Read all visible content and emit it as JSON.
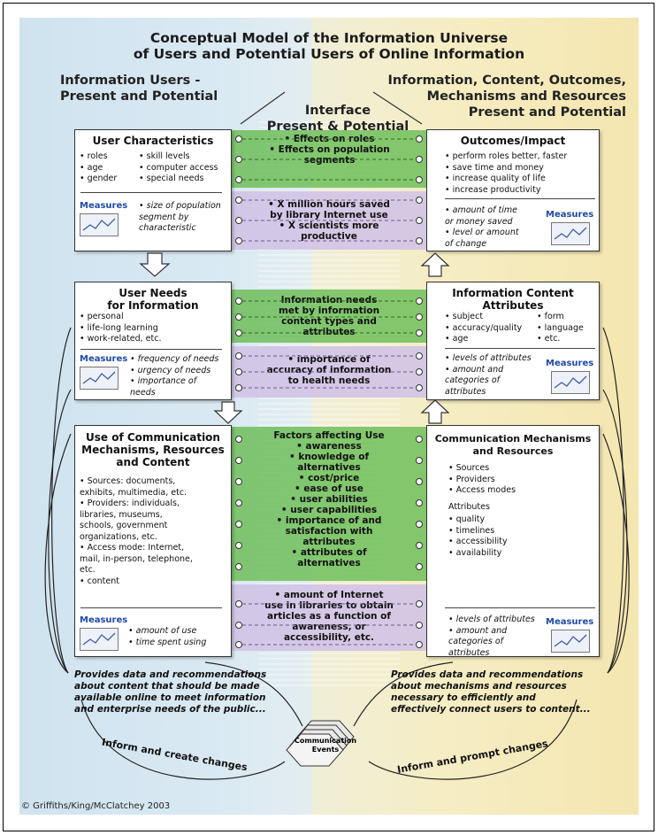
{
  "title": {
    "line1": "Conceptual Model of the Information Universe",
    "line2": "of Users and Potential Users of Online Information"
  },
  "headers": {
    "left": [
      "Information Users -",
      "Present and Potential"
    ],
    "right": [
      "Information, Content, Outcomes,",
      "Mechanisms and Resources",
      "Present and Potential"
    ],
    "interface": [
      "Interface",
      "Present & Potential"
    ]
  },
  "measures_label": "Measures",
  "user_characteristics": {
    "title": "User Characteristics",
    "col1": [
      "• roles",
      "• age",
      "• gender"
    ],
    "col2": [
      "• skill levels",
      "• computer access",
      "• special needs"
    ],
    "measures": [
      "• size of population",
      "segment by",
      "characteristic"
    ]
  },
  "outcomes": {
    "title": "Outcomes/Impact",
    "items": [
      "• perform roles better, faster",
      "• save time and money",
      "• increase quality of life",
      "• increase productivity"
    ],
    "measures": [
      "• amount of time",
      "or money saved",
      "• level or amount",
      "of change"
    ]
  },
  "user_needs": {
    "title": [
      "User Needs",
      "for Information"
    ],
    "items": [
      "• personal",
      "• life-long learning",
      "• work-related, etc."
    ],
    "measures": [
      "• frequency of needs",
      "• urgency of needs",
      "• importance of",
      "needs"
    ]
  },
  "content_attributes": {
    "title": [
      "Information Content",
      "Attributes"
    ],
    "col1": [
      "• subject",
      "• accuracy/quality",
      "• age"
    ],
    "col2": [
      "• form",
      "• language",
      "• etc."
    ],
    "measures": [
      "• levels of attributes",
      "• amount and",
      "categories of",
      "attributes"
    ]
  },
  "use_of_comm": {
    "title": [
      "Use of Communication",
      "Mechanisms, Resources",
      "and Content"
    ],
    "items": [
      "• Sources: documents,",
      "exhibits, multimedia, etc.",
      "• Providers: individuals,",
      "libraries, museums,",
      "schools, government",
      "organizations, etc.",
      "• Access mode: Internet,",
      "mail, in-person, telephone,",
      "etc.",
      "• content"
    ],
    "measures": [
      "• amount of use",
      "• time spent using"
    ]
  },
  "comm_mechanisms": {
    "title": [
      "Communication Mechanisms",
      "and Resources"
    ],
    "items": [
      "• Sources",
      "• Providers",
      "• Access modes"
    ],
    "attr_head": "Attributes",
    "attrs": [
      "• quality",
      "• timelines",
      "• accessibility",
      "• availability"
    ],
    "measures": [
      "• levels of attributes",
      "• amount and",
      "categories of",
      "attributes"
    ]
  },
  "bands": {
    "b1": [
      "• Effects on roles",
      "• Effects on population",
      "segments"
    ],
    "b2": [
      "• X million hours saved",
      "by library Internet use",
      "• X scientists more",
      "productive"
    ],
    "b3": [
      "Information needs",
      "met by information",
      "content types and",
      "attributes"
    ],
    "b4": [
      "• importance of",
      "accuracy of information",
      "to health needs"
    ],
    "b5": [
      "Factors affecting Use",
      "• awareness",
      "• knowledge of",
      "alternatives",
      "• cost/price",
      "• ease of use",
      "• user abilities",
      "• user capabilities",
      "• importance of and",
      "satisfaction with",
      "attributes",
      "• attributes of",
      "alternatives"
    ],
    "b6": [
      "• amount of Internet",
      "use in libraries to obtain",
      "articles as a function of",
      "awareness, or",
      "accessibility, etc."
    ]
  },
  "bottom_left": [
    "Provides data and recommendations",
    "about content that should be made",
    "available online to meet information",
    "and enterprise needs of the public..."
  ],
  "bottom_right": [
    "Provides data and recommendations",
    "about mechanisms and resources",
    "necessary to efficiently and",
    "effectively connect users to content..."
  ],
  "events": [
    "Communication",
    "Events"
  ],
  "curve_left": "Inform and create changes",
  "curve_right": "Inform and prompt changes",
  "copyright": "© Griffiths/King/McClatchey 2003",
  "colors": {
    "green": "#6ebe5a",
    "purple": "#d2c3e6",
    "measures_blue": "#1f4aa8",
    "left_bg": "#cfe3ef",
    "right_bg": "#f6edc4"
  }
}
